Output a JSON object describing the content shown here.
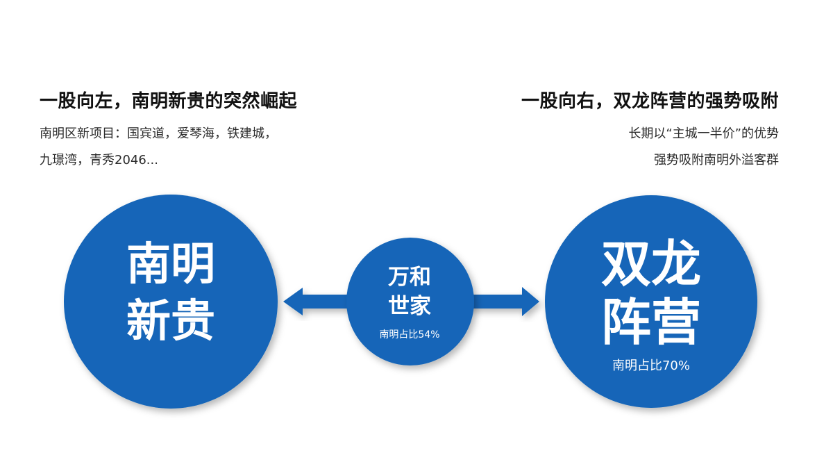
{
  "left_block": {
    "heading": "一股向左，南明新贵的突然崛起",
    "lines": [
      "南明区新项目：国宾道，爱琴海，铁建城，",
      "九璟湾，青秀2046..."
    ]
  },
  "right_block": {
    "heading": "一股向右，双龙阵营的强势吸附",
    "lines": [
      "长期以“主城一半价”的优势",
      "强势吸附南明外溢客群"
    ]
  },
  "nodes": {
    "left": {
      "label_line1": "南明",
      "label_line2": "新贵"
    },
    "center": {
      "label_line1": "万和",
      "label_line2": "世家",
      "share": "南明占比54%"
    },
    "right": {
      "label_line1": "双龙",
      "label_line2": "阵营",
      "share": "南明占比70%"
    }
  },
  "colors": {
    "node_fill": "#1265b8",
    "arrow_fill": "#1265b8"
  }
}
